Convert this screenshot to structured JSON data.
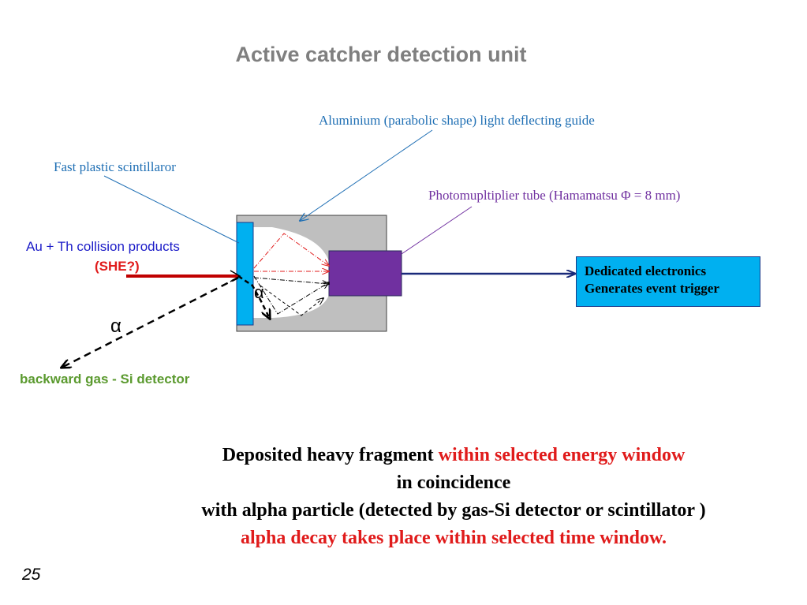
{
  "title": "Active catcher detection unit",
  "labels": {
    "guide": "Aluminium (parabolic shape)  light deflecting guide",
    "scintillator": "Fast plastic scintillaror",
    "pmt": "Photomupltiplier tube (Hamamatsu Φ = 8 mm)",
    "products": "Au + Th collision products",
    "she": "(SHE?)",
    "alpha_inner": "α",
    "alpha_outer": "α",
    "si_detector": "backward gas - Si detector"
  },
  "electronics": {
    "line1": "Dedicated electronics",
    "line2": "Generates event trigger"
  },
  "conclusion": {
    "line1_black": "Deposited heavy fragment ",
    "line1_red": "within selected energy window",
    "line2": "in coincidence",
    "line3": "with alpha particle (detected by gas-Si detector  or scintillator )",
    "line4": "alpha decay takes place within selected time window."
  },
  "slide_number": "25",
  "colors": {
    "title": "#7f7f7f",
    "callout_blue": "#1f6fb4",
    "pmt_purple": "#7030a0",
    "scintillator": "#00b0f0",
    "housing": "#bfbfbf",
    "highlight_red": "#e01b1b",
    "si_green": "#5b9a2f"
  }
}
